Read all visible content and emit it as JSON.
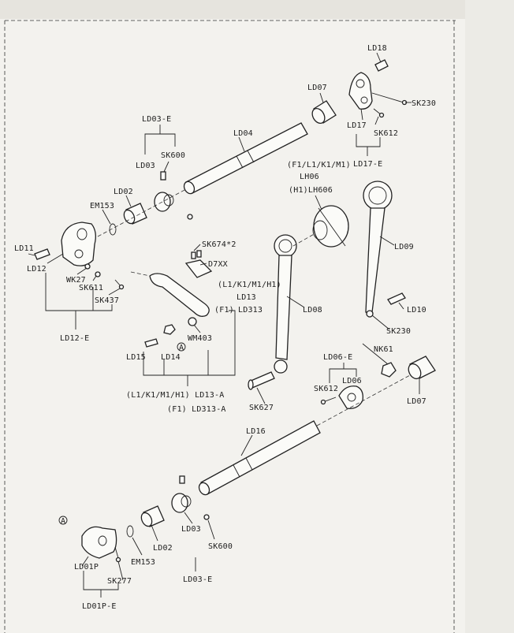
{
  "labels": {
    "ld18": "LD18",
    "sk230_top": "SK230",
    "ld07_top": "LD07",
    "ld17": "LD17",
    "sk612_top": "SK612",
    "ld17_e": "LD17-E",
    "ld03_e_top": "LD03-E",
    "sk600_top": "SK600",
    "ld03_top": "LD03",
    "ld04": "LD04",
    "ld02_top": "LD02",
    "em153_top": "EM153",
    "f1_l1_k1_m1": "(F1/L1/K1/M1)",
    "lh06": "LH06",
    "h1_lh606": "(H1)LH606",
    "sk674": "SK674*2",
    "d7xx": "D7XX",
    "ld11": "LD11",
    "ld12": "LD12",
    "wk27": "WK27",
    "sk611": "SK611",
    "sk437": "SK437",
    "ld12_e": "LD12-E",
    "l1k1m1h1": "(L1/K1/M1/H1)",
    "ld13": "LD13",
    "f1": "(F1)",
    "ld313": "LD313",
    "ld09": "LD09",
    "ld08": "LD08",
    "ld10": "LD10",
    "sk230_mid": "SK230",
    "wm403": "WM403",
    "ld15": "LD15",
    "ld14": "LD14",
    "ld13_a": "(L1/K1/M1/H1) LD13-A",
    "ld313_a": "(F1) LD313-A",
    "ld06_e": "LD06-E",
    "nk61": "NK61",
    "sk612_mid": "SK612",
    "ld06": "LD06",
    "ld07_bot": "LD07",
    "sk627": "SK627",
    "ld16": "LD16",
    "ld01p": "LD01P",
    "sk277": "SK277",
    "ld01p_e": "LD01P-E",
    "em153_bot": "EM153",
    "ld02_bot": "LD02",
    "ld03_bot": "LD03",
    "sk600_bot": "SK600",
    "ld03_e_bot": "LD03-E",
    "ref_a_mid": "A",
    "ref_a_bot": "A"
  }
}
